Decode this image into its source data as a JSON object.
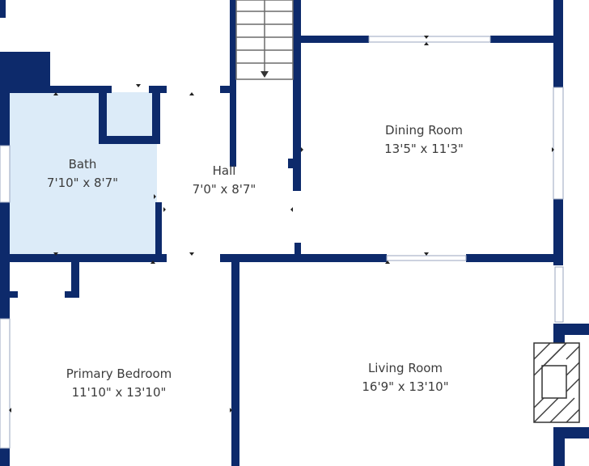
{
  "rooms": {
    "dining": {
      "name": "Dining Room",
      "dims": "13'5\" x 11'3\""
    },
    "bath": {
      "name": "Bath",
      "dims": "7'10\" x 8'7\""
    },
    "hall": {
      "name": "Hall",
      "dims": "7'0\" x 8'7\""
    },
    "primary_bedroom": {
      "name": "Primary Bedroom",
      "dims": "11'10\" x 13'10\""
    },
    "living": {
      "name": "Living Room",
      "dims": "16'9\" x 13'10\""
    }
  },
  "colors": {
    "wall": "#0d2a6b",
    "bath_fill": "#dcebf8",
    "label": "#3c3c3c",
    "background": "#ffffff"
  }
}
